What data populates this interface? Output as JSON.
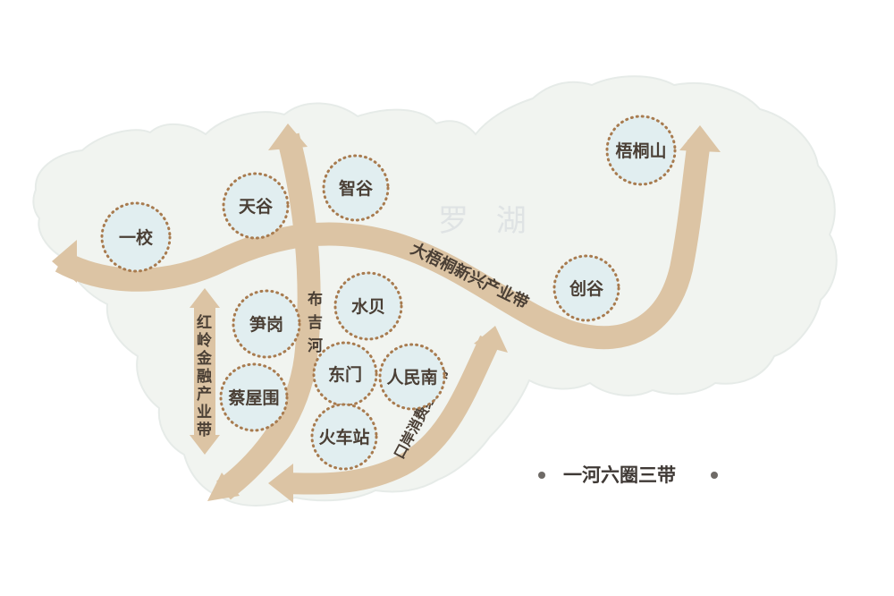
{
  "colors": {
    "background": "#ffffff",
    "land": "#f1f4f0",
    "land_shadow": "#e6ebe8",
    "band": "#dcc4a4",
    "band_dark": "#cfb28e",
    "circle_fill": "#e1eef0",
    "circle_stroke": "#a87b4f",
    "text": "#4a3f35",
    "region_text": "#dfe3e4",
    "legend_dot": "#6e6a66"
  },
  "map": {
    "region_label": "罗 湖",
    "river_label": [
      "布",
      "吉",
      "河"
    ],
    "band_dawutong": "大梧桐新兴产业带",
    "band_honglin": [
      "红",
      "岭",
      "金",
      "融",
      "产",
      "业",
      "带"
    ],
    "band_kouan": "口岸消费经济带",
    "circles": {
      "yixiao": "一校",
      "tiangu": "天谷",
      "zhigu": "智谷",
      "wutongshan": "梧桐山",
      "chuanggu": "创谷",
      "sungang": "笋岗",
      "caiwuwei": "蔡屋围",
      "shuibei": "水贝",
      "dongmen": "东门",
      "renminnan": "人民南",
      "huochezhan": "火车站"
    }
  },
  "legend": {
    "text": "一河六圈三带",
    "dot_icon": "bullet-dot-icon"
  }
}
